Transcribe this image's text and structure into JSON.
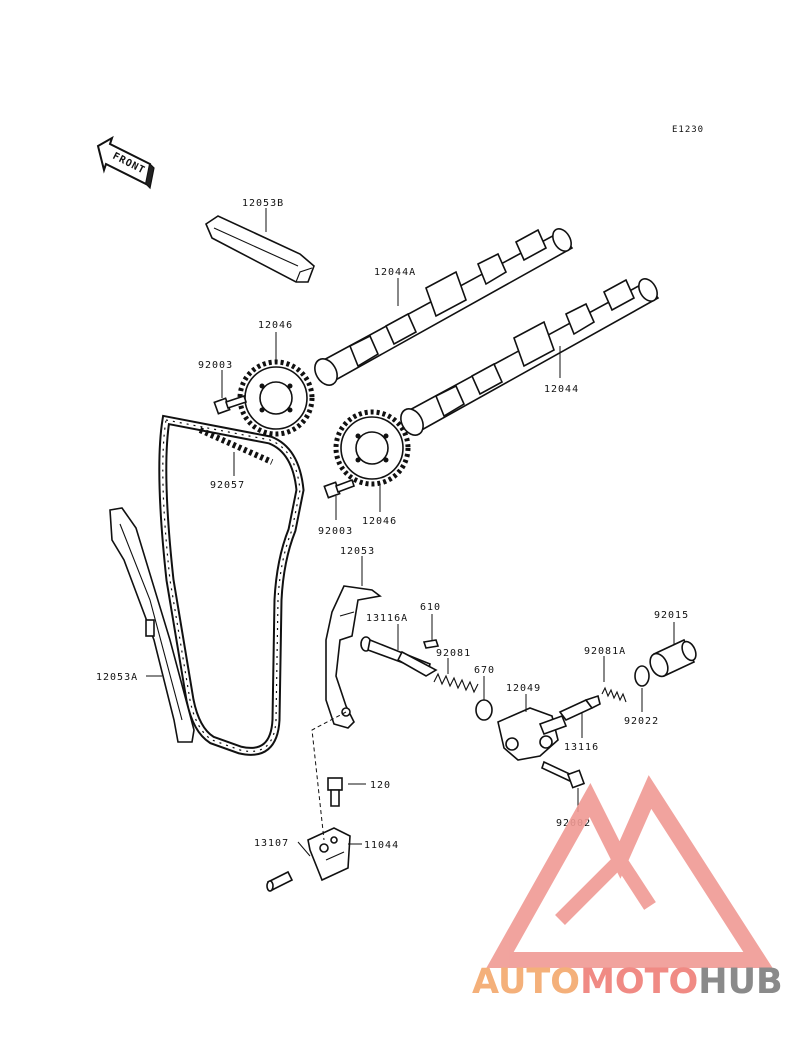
{
  "diagram_code": "E1230",
  "front_label": "FRONT",
  "labels": {
    "p12053B": "12053B",
    "p12044A": "12044A",
    "p12046_top": "12046",
    "p92003_top": "92003",
    "p12044": "12044",
    "p92057": "92057",
    "p92003_mid": "92003",
    "p12046_mid": "12046",
    "p12053": "12053",
    "p610": "610",
    "p13116A": "13116A",
    "p92015": "92015",
    "p92081": "92081",
    "p670": "670",
    "p92081A": "92081A",
    "p12049": "12049",
    "p12053A": "12053A",
    "p92022": "92022",
    "p13116": "13116",
    "p120": "120",
    "p92002": "92002",
    "p13107": "13107",
    "p11044": "11044"
  },
  "watermark": {
    "part1": "AUTO",
    "part2": "MOTO",
    "part3": "HUB"
  },
  "colors": {
    "watermark_auto": "#f4b07a",
    "watermark_moto": "#f08a84",
    "watermark_hub": "#8a8a8a",
    "watermark_logo": "#f09a94"
  }
}
